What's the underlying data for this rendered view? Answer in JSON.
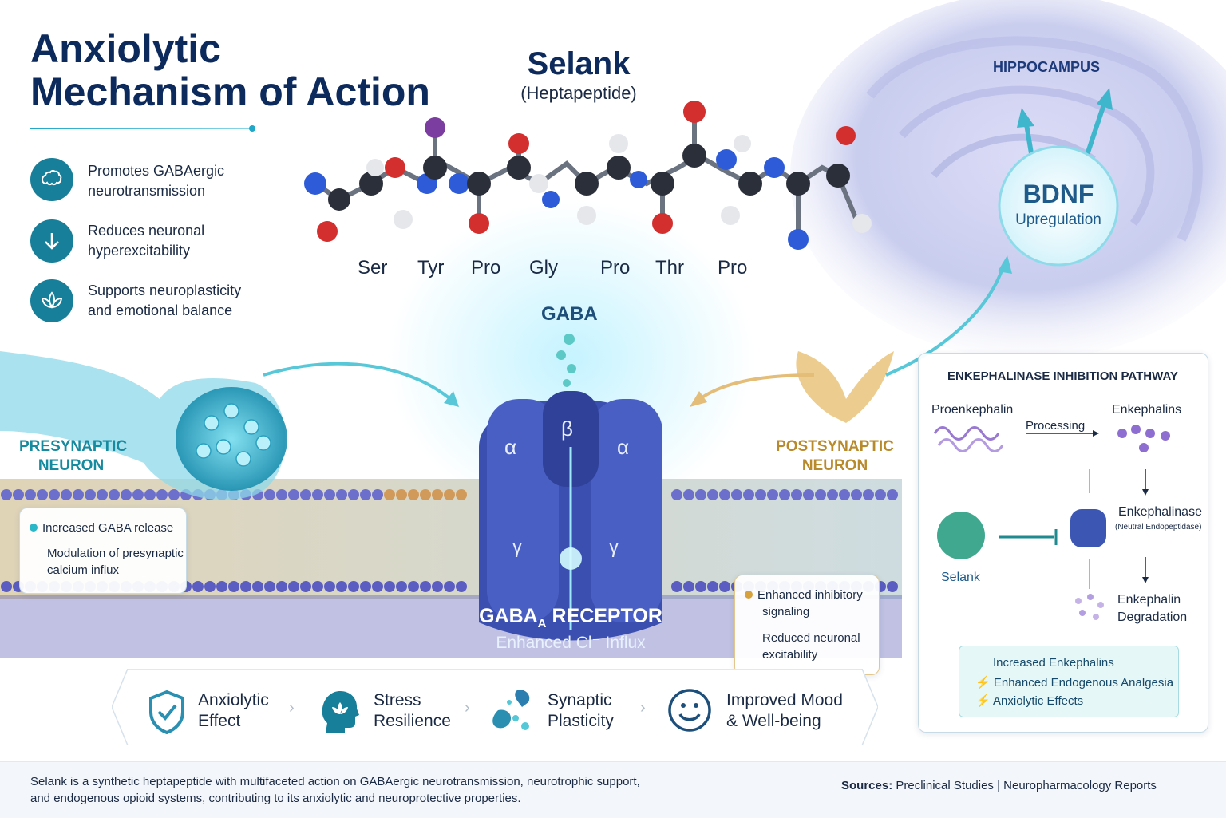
{
  "title": {
    "line1": "Anxiolytic",
    "line2": "Mechanism of Action"
  },
  "benefits": [
    {
      "icon": "brain-icon",
      "line1": "Promotes GABAergic",
      "line2": "neurotransmission"
    },
    {
      "icon": "down-arrow-icon",
      "line1": "Reduces neuronal",
      "line2": "hyperexcitability"
    },
    {
      "icon": "lotus-icon",
      "line1": "Supports neuroplasticity",
      "line2": "and emotional balance"
    }
  ],
  "peptide": {
    "name": "Selank",
    "subtitle": "(Heptapeptide)",
    "residues": [
      "Ser",
      "Tyr",
      "Pro",
      "Gly",
      "Pro",
      "Thr",
      "Pro"
    ]
  },
  "gaba_label": "GABA",
  "hippocampus": "HIPPOCAMPUS",
  "bdnf": {
    "title": "BDNF",
    "subtitle": "Upregulation"
  },
  "presynaptic": {
    "line1": "PRESYNAPTIC",
    "line2": "NEURON"
  },
  "postsynaptic": {
    "line1": "POSTSYNAPTIC",
    "line2": "NEURON"
  },
  "presyn_card": {
    "line1": "Increased GABA release",
    "line2": "Modulation of presynaptic",
    "line3": "calcium influx"
  },
  "receptor": {
    "subunits": [
      "α",
      "β",
      "α",
      "γ",
      "γ"
    ],
    "name_pre": "GABA",
    "name_sub": "A",
    "name_post": " RECEPTOR",
    "influx": "Enhanced Cl⁻ Influx"
  },
  "postsyn_card": {
    "line1": "Enhanced inhibitory",
    "line2": "signaling",
    "line3": "Reduced neuronal",
    "line4": "excitability"
  },
  "enk": {
    "title": "ENKEPHALINASE INHIBITION PATHWAY",
    "proenkephalin": "Proenkephalin",
    "processing": "Processing",
    "enkephalins": "Enkephalins",
    "enzyme": "Enkephalinase",
    "enzyme_sub": "(Neutral Endopeptidase)",
    "selank": "Selank",
    "degradation_line1": "Enkephalin",
    "degradation_line2": "Degradation",
    "results": [
      "Increased Enkephalins",
      "Enhanced Endogenous Analgesia",
      "Anxiolytic Effects"
    ]
  },
  "effects": [
    {
      "icon": "shield-check-icon",
      "line1": "Anxiolytic",
      "line2": "Effect"
    },
    {
      "icon": "head-lotus-icon",
      "line1": "Stress",
      "line2": "Resilience"
    },
    {
      "icon": "synapse-icon",
      "line1": "Synaptic",
      "line2": "Plasticity"
    },
    {
      "icon": "smile-icon",
      "line1": "Improved Mood",
      "line2": "& Well-being"
    }
  ],
  "footer": {
    "line1": "Selank is a synthetic heptapeptide with multifaceted action on GABAergic neurotransmission, neurotrophic support,",
    "line2": "and endogenous opioid systems, contributing to its anxiolytic and neuroprotective properties.",
    "sources_label": "Sources:",
    "sources_text": " Preclinical Studies | Neuropharmacology Reports"
  },
  "colors": {
    "navy": "#0d2a5c",
    "teal": "#177f99",
    "receptor": "#3a4fb0",
    "gold": "#d7a23c",
    "cyan": "#2ab8c8"
  }
}
